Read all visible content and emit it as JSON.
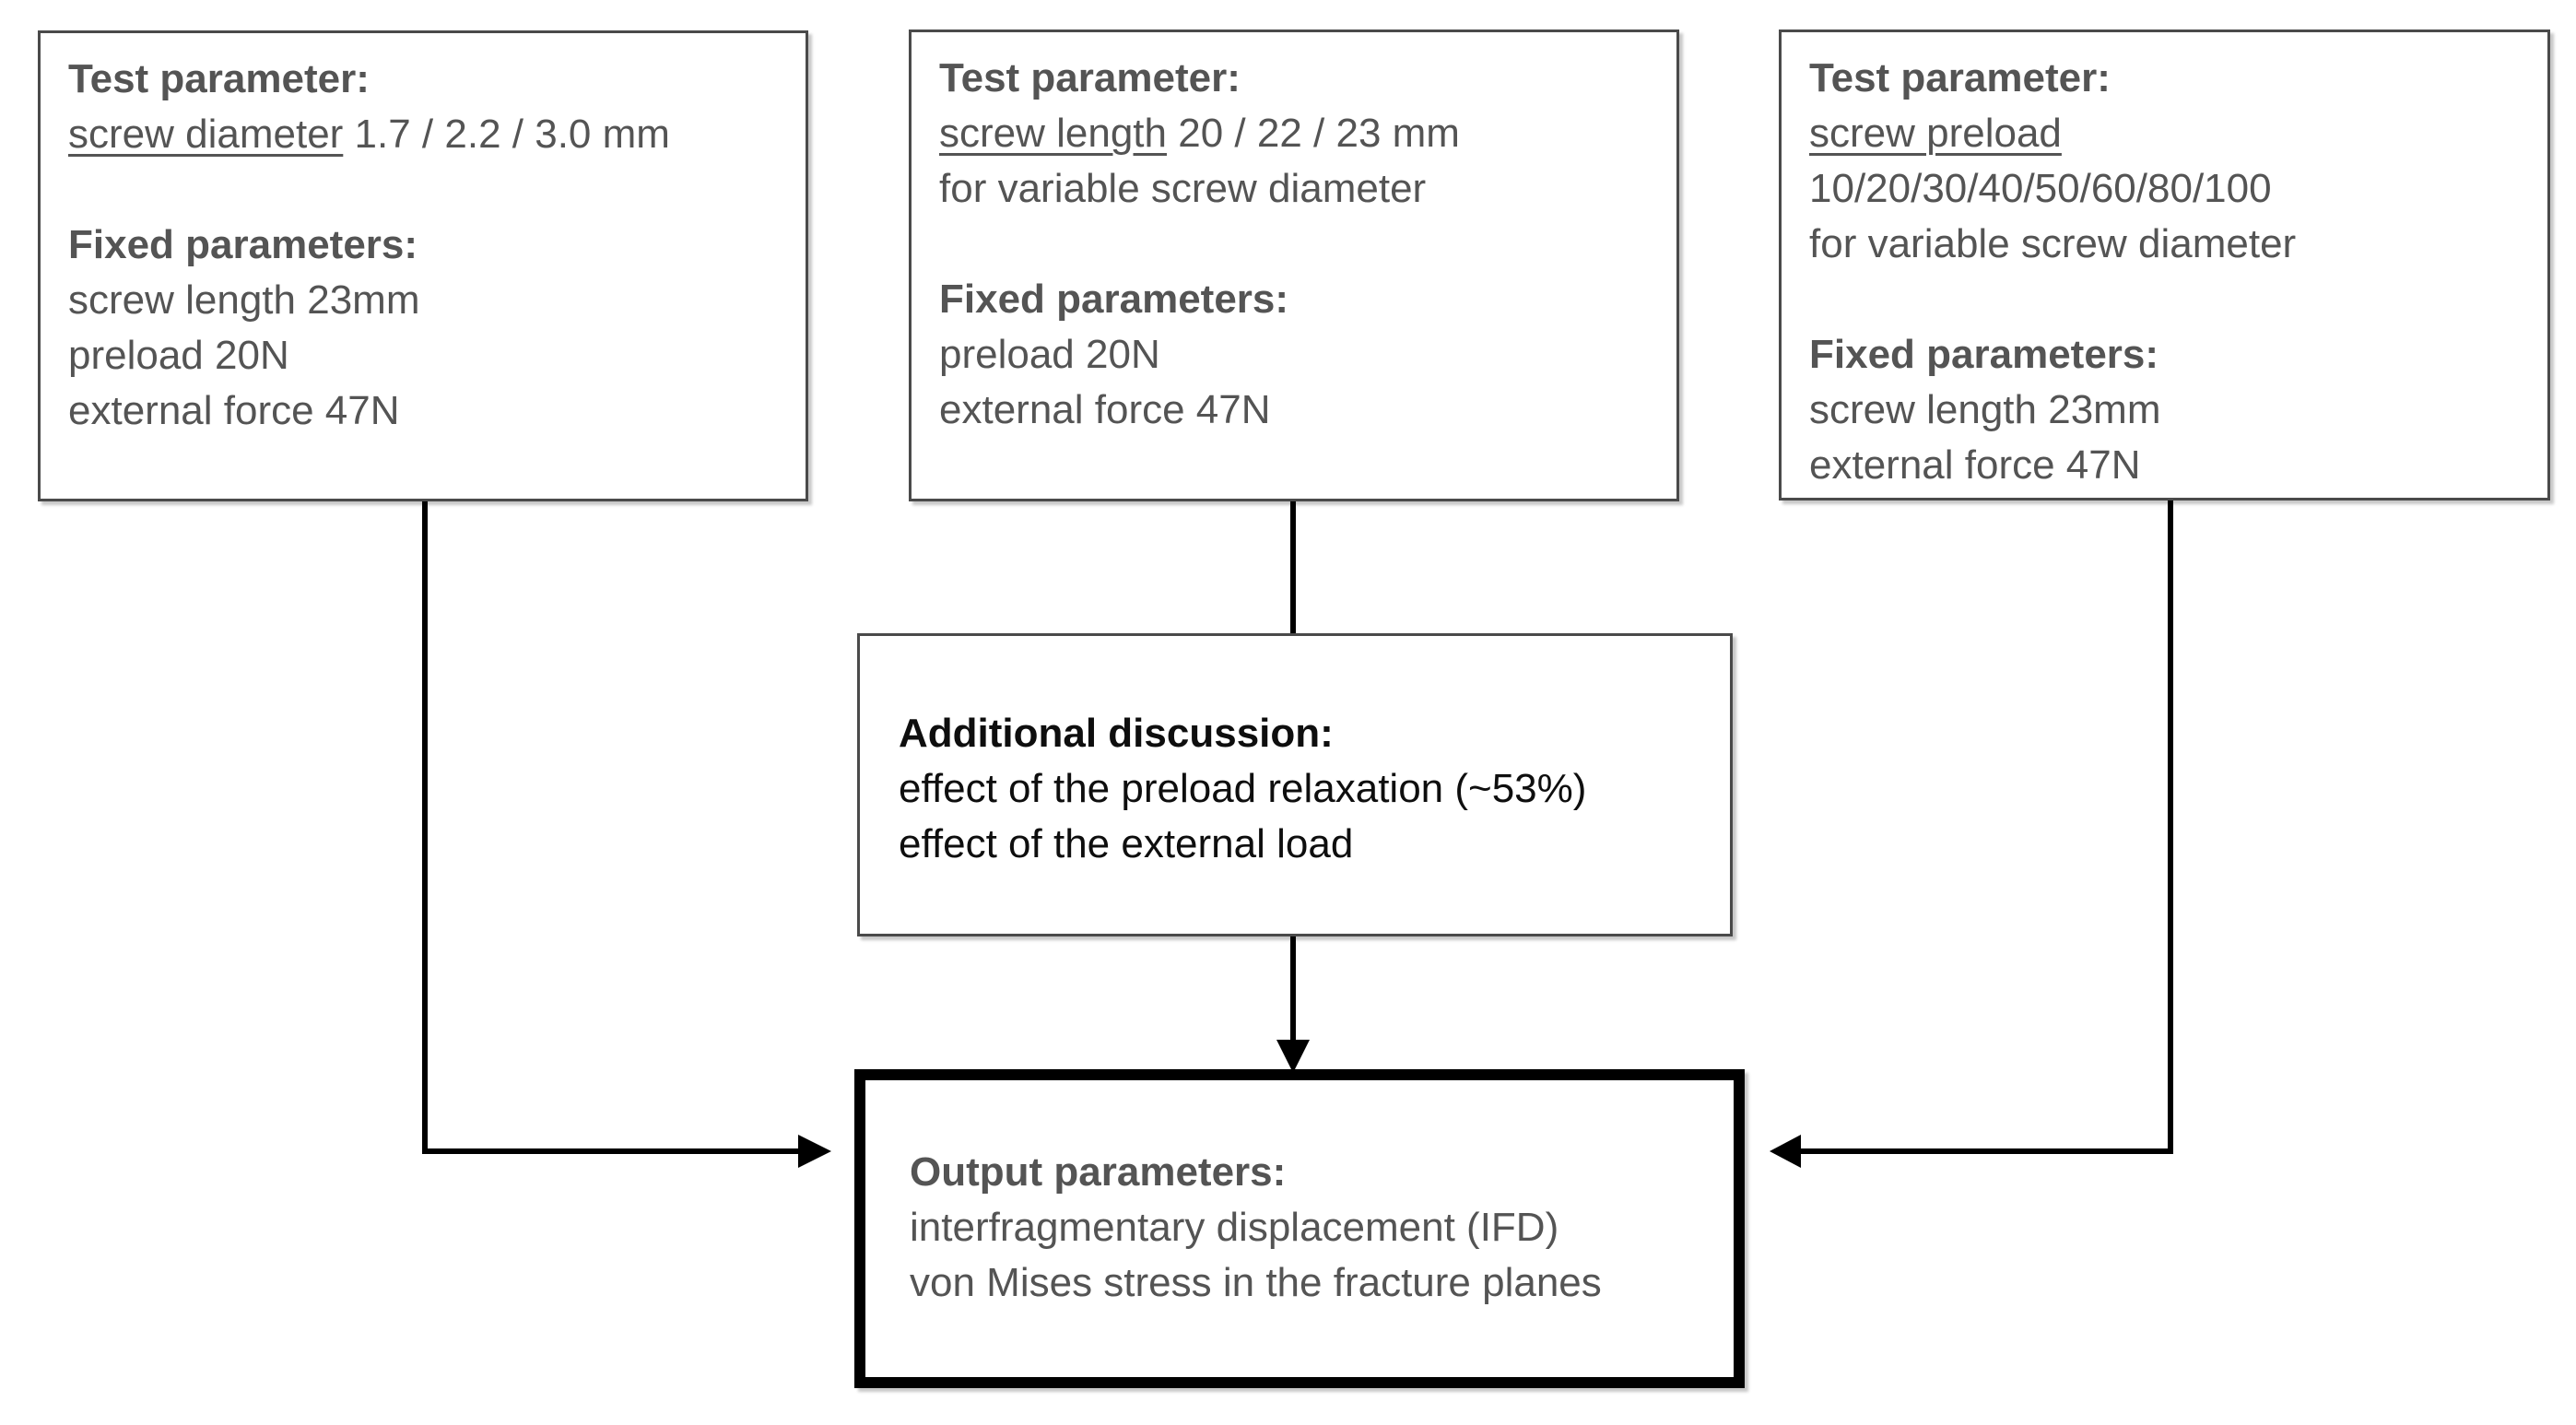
{
  "diagram": {
    "background": "#ffffff",
    "colors": {
      "text_gray": "#545454",
      "text_black": "#0e0e0e",
      "thin_border": "#4a4a4a",
      "thick_border": "#000000",
      "arrow": "#000000"
    },
    "boxes": {
      "screw_diameter": {
        "test_header": "Test parameter:",
        "param_underlined": "screw diameter",
        "param_rest": " 1.7 / 2.2 / 3.0 mm",
        "fixed_header": "Fixed parameters:",
        "fixed": [
          "screw length 23mm",
          "preload 20N",
          "external force 47N"
        ]
      },
      "screw_length": {
        "test_header": "Test parameter:",
        "param_underlined": "screw length",
        "param_rest": " 20 / 22 / 23 mm",
        "param_note": "for variable screw diameter",
        "fixed_header": "Fixed parameters:",
        "fixed": [
          "preload 20N",
          "external force 47N"
        ]
      },
      "screw_preload": {
        "test_header": "Test parameter:",
        "param_underlined": "screw preload",
        "param_values": "10/20/30/40/50/60/80/100",
        "param_note": "for variable screw diameter",
        "fixed_header": "Fixed parameters:",
        "fixed": [
          "screw length 23mm",
          "external force 47N"
        ]
      },
      "additional": {
        "header": "Additional discussion:",
        "lines": [
          "effect of the preload relaxation (~53%)",
          "effect of the external load"
        ]
      },
      "output": {
        "header": "Output parameters:",
        "lines": [
          "interfragmentary displacement (IFD)",
          "von Mises stress in the fracture planes"
        ]
      }
    }
  }
}
